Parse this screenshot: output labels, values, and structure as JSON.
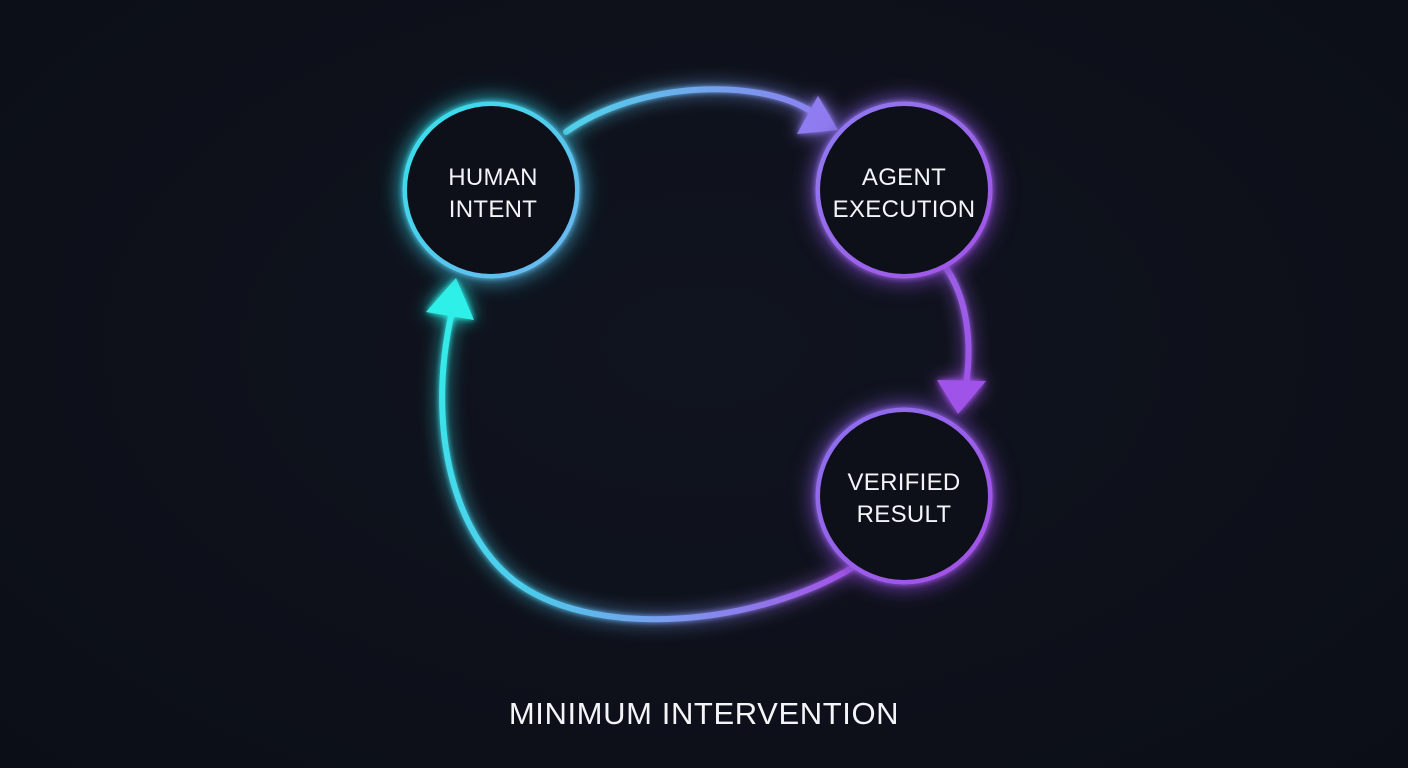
{
  "diagram": {
    "nodes": [
      {
        "id": "human-intent",
        "lines": [
          "HUMAN",
          "INTENT"
        ],
        "color": "#3fd9e8"
      },
      {
        "id": "agent-execution",
        "lines": [
          "AGENT",
          "EXECUTION"
        ],
        "color": "#9a62ea"
      },
      {
        "id": "verified-result",
        "lines": [
          "VERIFIED",
          "RESULT"
        ],
        "color": "#9a62ea"
      }
    ],
    "edges": [
      {
        "from": "human-intent",
        "to": "agent-execution"
      },
      {
        "from": "agent-execution",
        "to": "verified-result"
      },
      {
        "from": "verified-result",
        "to": "human-intent"
      }
    ],
    "caption": "MINIMUM INTERVENTION",
    "colors": {
      "background": "#0e111b",
      "cyan": "#2fe4e6",
      "blue": "#7aa8f0",
      "purple": "#a35ce8"
    }
  }
}
